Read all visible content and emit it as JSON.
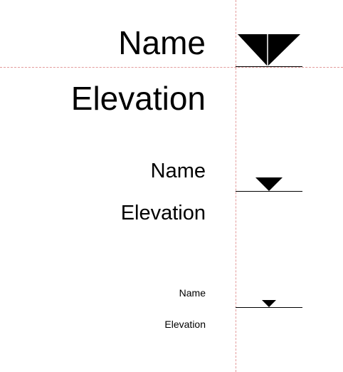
{
  "levels": [
    {
      "name_label": "Name",
      "elevation_label": "Elevation",
      "size": "large"
    },
    {
      "name_label": "Name",
      "elevation_label": "Elevation",
      "size": "medium"
    },
    {
      "name_label": "Name",
      "elevation_label": "Elevation",
      "size": "small"
    }
  ],
  "guides": {
    "color": "#e39b9b"
  },
  "symbol": {
    "icon": "level-marker-triangle",
    "fill": "#000000"
  }
}
